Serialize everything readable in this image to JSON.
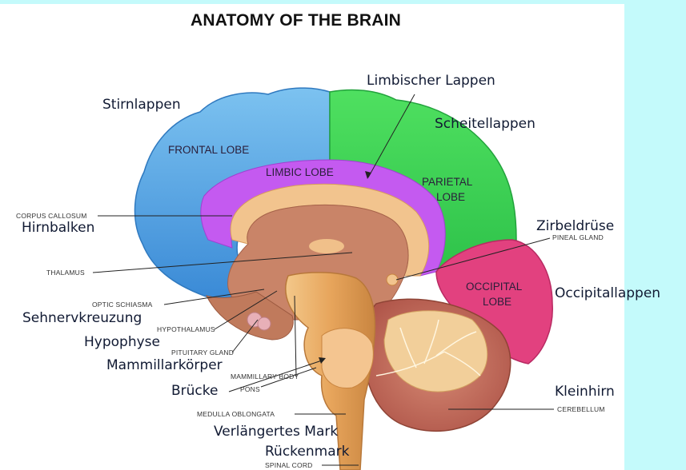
{
  "title": "ANATOMY OF THE BRAIN",
  "colors": {
    "background": "#c4fafb",
    "panel": "#ffffff",
    "frontal": "#4a9ee0",
    "parietal": "#3fd85a",
    "limbic": "#c45af0",
    "occipital": "#e2417f",
    "core": "#d99a6e",
    "stem": "#e6a65a",
    "cerebellum": "#c47060"
  },
  "lobes": {
    "frontal": "FRONTAL LOBE",
    "limbic": "LIMBIC LOBE",
    "parietal_1": "PARIETAL",
    "parietal_2": "LOBE",
    "occipital_1": "OCCIPITAL",
    "occipital_2": "LOBE"
  },
  "labels_en": {
    "corpus_callosum": "CORPUS CALLOSUM",
    "thalamus": "THALAMUS",
    "optic_chiasma": "OPTIC SCHIASMA",
    "hypothalamus": "HYPOTHALAMUS",
    "pituitary": "PITUITARY GLAND",
    "mammillary": "MAMMILLARY BODY",
    "pons": "PONS",
    "medulla": "MEDULLA OBLONGATA",
    "spinal_cord": "SPINAL CORD",
    "pineal": "PINEAL GLAND",
    "cerebellum": "CEREBELLUM"
  },
  "labels_de": {
    "stirnlappen": "Stirnlappen",
    "limbischer": "Limbischer Lappen",
    "scheitellappen": "Scheitellappen",
    "hirnbalken": "Hirnbalken",
    "zirbeldruese": "Zirbeldrüse",
    "occipitallappen": "Occipitallappen",
    "sehnervkreuzung": "Sehnervkreuzung",
    "hypophyse": "Hypophyse",
    "mammillarkoerper": "Mammillarkörper",
    "bruecke": "Brücke",
    "kleinhirn": "Kleinhirn",
    "verlaengertes_mark": "Verlängertes Mark",
    "rueckenmark": "Rückenmark"
  }
}
